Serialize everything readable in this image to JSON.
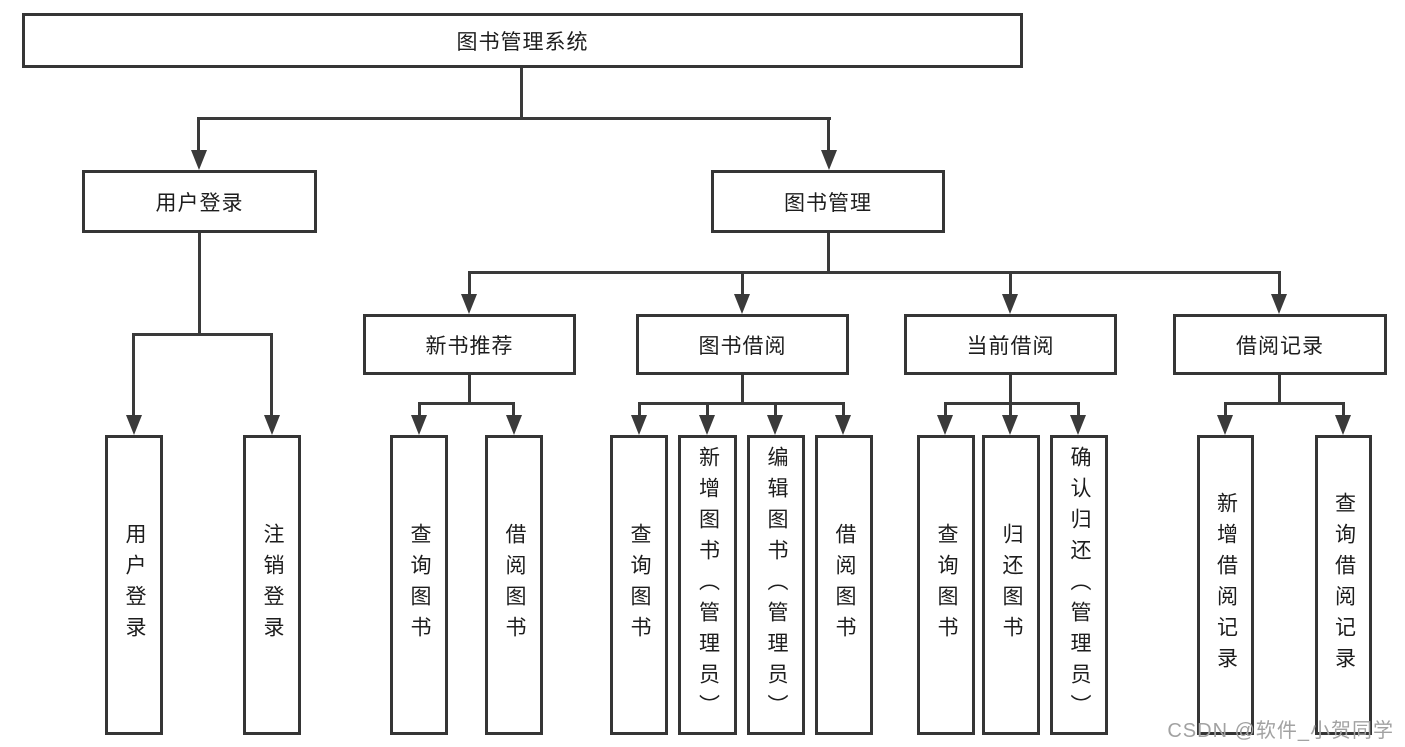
{
  "colors": {
    "background": "#ffffff",
    "box_border": "#353535",
    "connector_line": "#3a3a3a",
    "text": "#1d1d1d",
    "watermark": "#a2a2a2"
  },
  "diagram": {
    "title": "图书管理系统",
    "level2": [
      {
        "label": "用户登录"
      },
      {
        "label": "图书管理"
      }
    ],
    "level3": [
      {
        "label": "新书推荐"
      },
      {
        "label": "图书借阅"
      },
      {
        "label": "当前借阅"
      },
      {
        "label": "借阅记录"
      }
    ],
    "leaves": [
      {
        "label": "用户登录"
      },
      {
        "label": "注销登录"
      },
      {
        "label": "查询图书"
      },
      {
        "label": "借阅图书"
      },
      {
        "label": "查询图书"
      },
      {
        "label": "新增图书（管理员）"
      },
      {
        "label": "编辑图书（管理员）"
      },
      {
        "label": "借阅图书"
      },
      {
        "label": "查询图书"
      },
      {
        "label": "归还图书"
      },
      {
        "label": "确认归还（管理员）"
      },
      {
        "label": "新增借阅记录"
      },
      {
        "label": "查询借阅记录"
      }
    ]
  },
  "watermark": {
    "text": "CSDN @软件_小贺同学"
  }
}
